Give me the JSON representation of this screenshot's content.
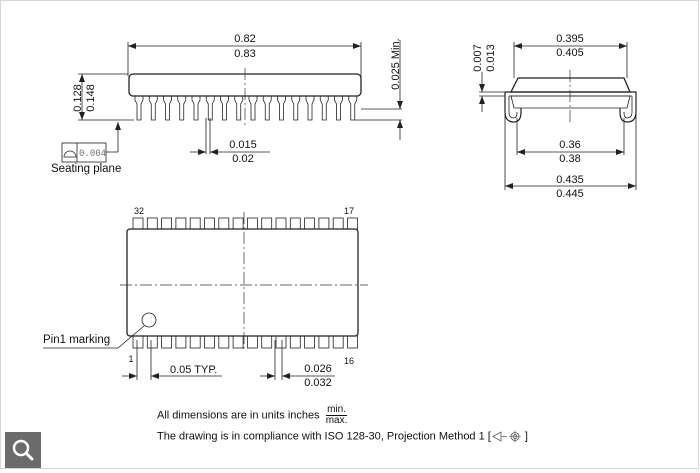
{
  "side_view": {
    "length_min": "0.82",
    "length_max": "0.83",
    "height_min": "0.128",
    "height_max": "0.148",
    "standoff": "0.025 Min.",
    "lead_width_min": "0.015",
    "lead_width_max": "0.02",
    "flatness_value": "0.004",
    "seating_plane_label": "Seating plane",
    "pin_count_per_side": 16
  },
  "end_view": {
    "body_width_min": "0.395",
    "body_width_max": "0.405",
    "lead_thickness_min": "0.007",
    "lead_thickness_max": "0.013",
    "lead_span_inner_min": "0.36",
    "lead_span_inner_max": "0.38",
    "lead_span_outer_min": "0.435",
    "lead_span_outer_max": "0.445"
  },
  "bottom_view": {
    "pin_32": "32",
    "pin_17": "17",
    "pin_1": "1",
    "pin_16": "16",
    "pin1_marking_label": "Pin1 marking",
    "pitch": "0.05 TYP.",
    "pad_width_min": "0.026",
    "pad_width_max": "0.032"
  },
  "notes": {
    "units_text": "All dimensions are in units inches",
    "units_min": "min.",
    "units_max": "max.",
    "compliance_text": "The drawing is in compliance with ISO 128-30, Projection Method 1 [",
    "compliance_close": "]"
  },
  "icons": {
    "zoom": "magnifier-icon",
    "projection": "first-angle-projection-icon"
  }
}
